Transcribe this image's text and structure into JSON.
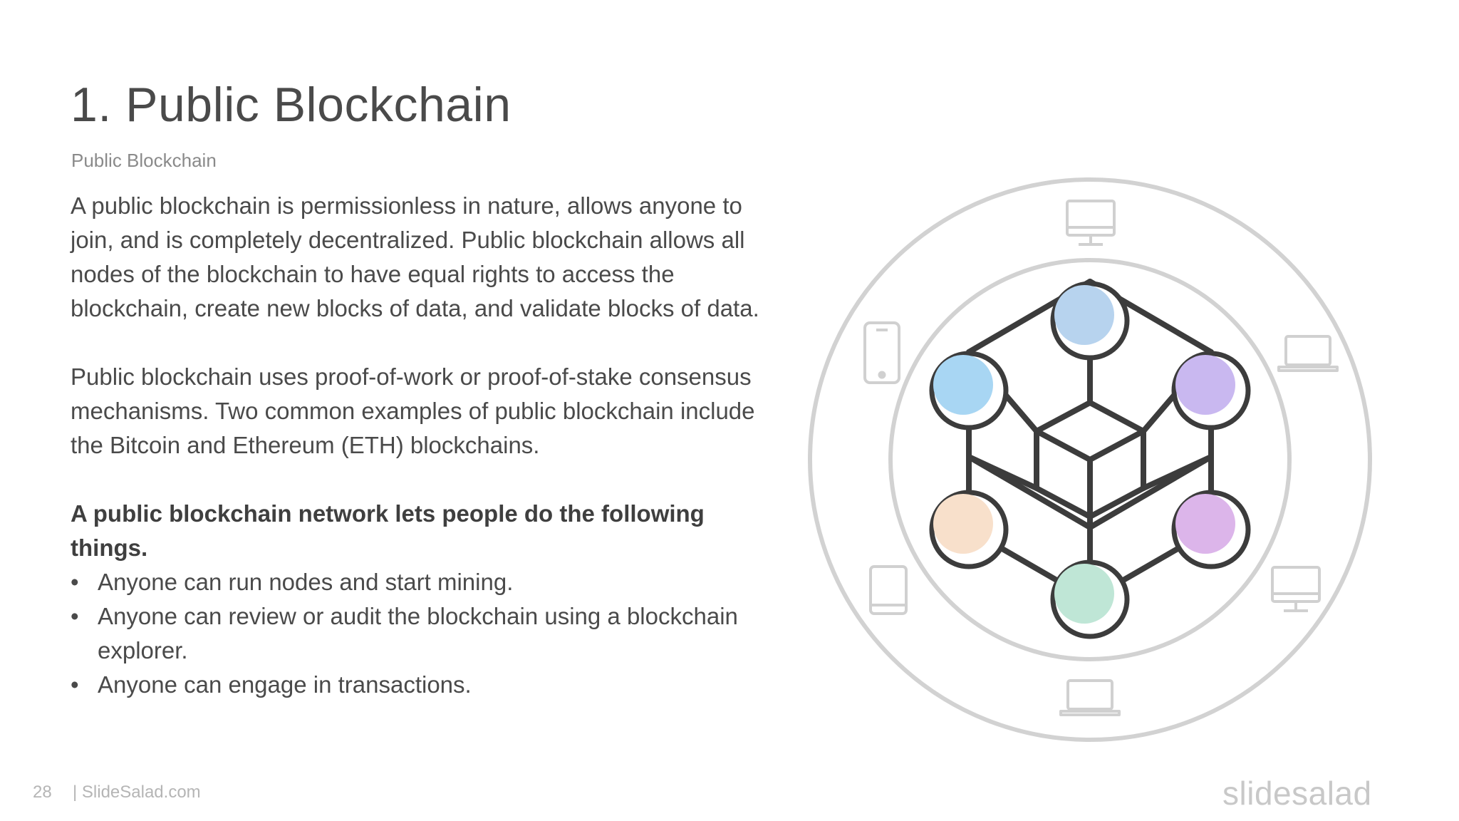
{
  "slide": {
    "title": "1. Public Blockchain",
    "subtitle": "Public Blockchain",
    "paragraph_1": "A public blockchain is permissionless in nature, allows anyone to join, and is completely decentralized. Public blockchain allows all nodes of the blockchain to have equal rights to access the blockchain, create new blocks of data, and validate blocks of data.",
    "paragraph_2": "Public blockchain uses proof-of-work or proof-of-stake consensus mechanisms. Two common examples of public blockchain include the Bitcoin and Ethereum (ETH) blockchains.",
    "list_heading": "A public blockchain network lets people do the following things.",
    "bullet_symbol": "•",
    "bullets": [
      "Anyone can run nodes and start mining.",
      "Anyone can review or audit the blockchain using a blockchain explorer.",
      "Anyone can engage in transactions."
    ]
  },
  "footer": {
    "page_number": "28",
    "site": "| SlideSalad.com",
    "brand": "slidesalad"
  },
  "diagram": {
    "device_icons": [
      "desktop-monitor-icon",
      "laptop-icon",
      "desktop-monitor-icon",
      "laptop-icon",
      "tablet-icon",
      "smartphone-icon"
    ],
    "node_colors": [
      "#b7d3ee",
      "#a8d6f3",
      "#c9b8f0",
      "#f8e0cb",
      "#dcb5ea",
      "#bfe6d6"
    ],
    "outline_color": "#3c3c3c",
    "ring_color": "#d2d2d2",
    "icon_color": "#d0d0d0"
  }
}
